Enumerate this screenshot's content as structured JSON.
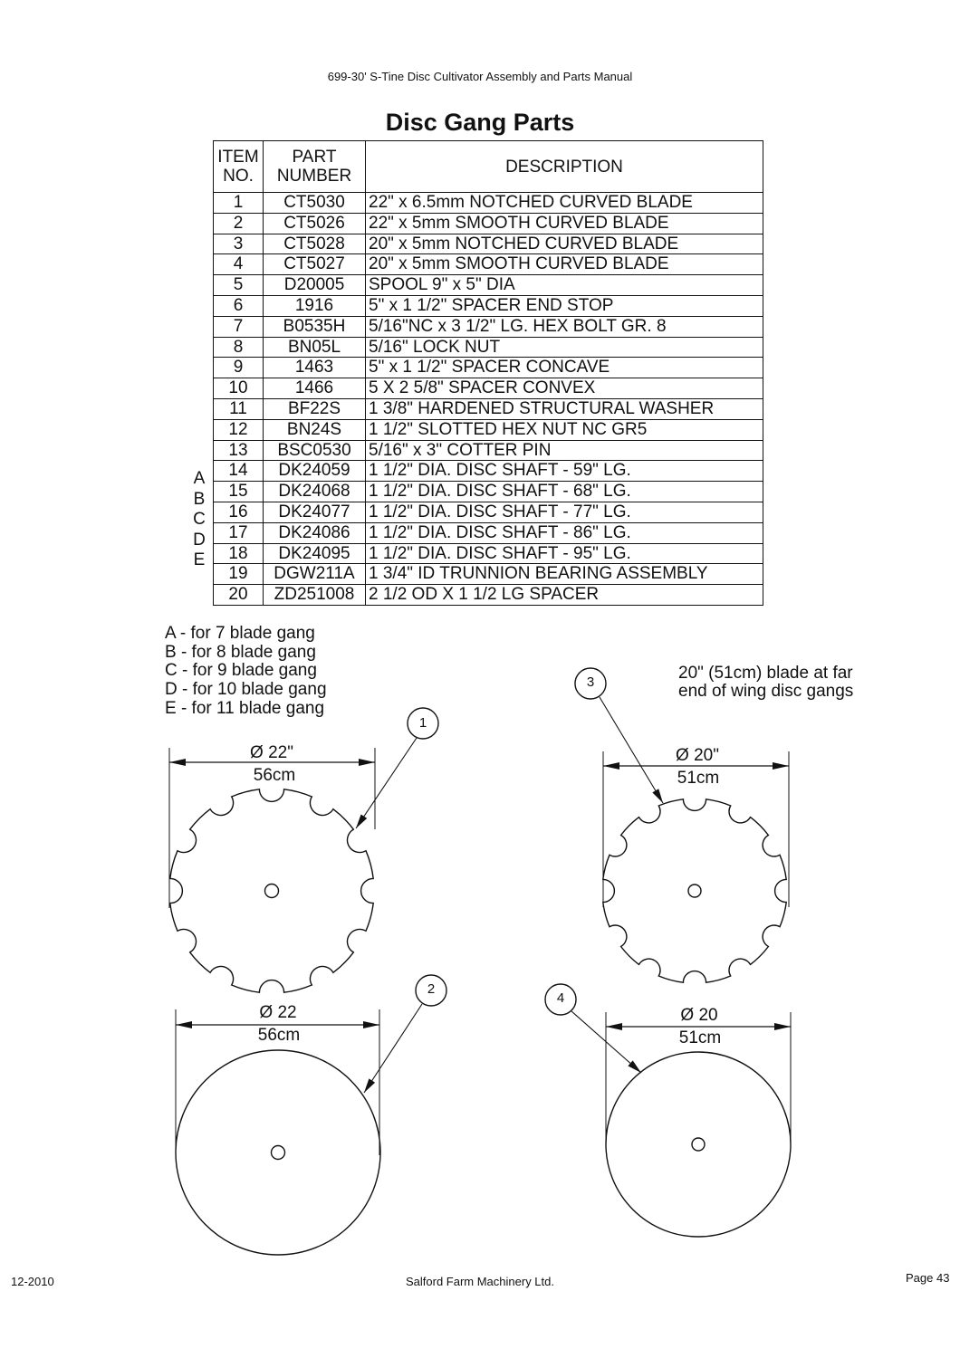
{
  "header": {
    "title": "699-30' S-Tine Disc Cultivator Assembly and Parts Manual"
  },
  "page_title": "Disc Gang Parts",
  "table": {
    "headers": {
      "item": "ITEM NO.",
      "item_l1": "ITEM",
      "item_l2": "NO.",
      "part_l1": "PART",
      "part_l2": "NUMBER",
      "description": "DESCRIPTION"
    },
    "rows": [
      {
        "item": "1",
        "part": "CT5030",
        "desc": "22\" x 6.5mm NOTCHED CURVED BLADE",
        "gang": ""
      },
      {
        "item": "2",
        "part": "CT5026",
        "desc": "22\" x 5mm SMOOTH CURVED BLADE",
        "gang": ""
      },
      {
        "item": "3",
        "part": "CT5028",
        "desc": "20\" x 5mm NOTCHED CURVED BLADE",
        "gang": ""
      },
      {
        "item": "4",
        "part": "CT5027",
        "desc": "20\" x 5mm SMOOTH CURVED BLADE",
        "gang": ""
      },
      {
        "item": "5",
        "part": "D20005",
        "desc": "SPOOL 9\" x 5\" DIA",
        "gang": ""
      },
      {
        "item": "6",
        "part": "1916",
        "desc": "5\" x 1 1/2\" SPACER END STOP",
        "gang": ""
      },
      {
        "item": "7",
        "part": "B0535H",
        "desc": "5/16\"NC x 3 1/2\" LG. HEX BOLT GR. 8",
        "gang": ""
      },
      {
        "item": "8",
        "part": "BN05L",
        "desc": "5/16\" LOCK NUT",
        "gang": ""
      },
      {
        "item": "9",
        "part": "1463",
        "desc": "5\" x 1 1/2\" SPACER CONCAVE",
        "gang": ""
      },
      {
        "item": "10",
        "part": "1466",
        "desc": "5 X 2 5/8\" SPACER CONVEX",
        "gang": ""
      },
      {
        "item": "11",
        "part": "BF22S",
        "desc": "1 3/8\" HARDENED STRUCTURAL WASHER",
        "gang": ""
      },
      {
        "item": "12",
        "part": "BN24S",
        "desc": "1 1/2\" SLOTTED HEX NUT NC GR5",
        "gang": ""
      },
      {
        "item": "13",
        "part": "BSC0530",
        "desc": "5/16\" x 3\" COTTER PIN",
        "gang": ""
      },
      {
        "item": "14",
        "part": "DK24059",
        "desc": "1 1/2\" DIA. DISC SHAFT - 59\" LG.",
        "gang": "A"
      },
      {
        "item": "15",
        "part": "DK24068",
        "desc": "1 1/2\" DIA. DISC SHAFT - 68\" LG.",
        "gang": "B"
      },
      {
        "item": "16",
        "part": "DK24077",
        "desc": "1 1/2\" DIA. DISC SHAFT - 77\" LG.",
        "gang": "C"
      },
      {
        "item": "17",
        "part": "DK24086",
        "desc": "1 1/2\" DIA. DISC SHAFT - 86\" LG.",
        "gang": "D"
      },
      {
        "item": "18",
        "part": "DK24095",
        "desc": "1 1/2\" DIA. DISC SHAFT - 95\" LG.",
        "gang": "E"
      },
      {
        "item": "19",
        "part": "DGW211A",
        "desc": "1 3/4\" ID TRUNNION BEARING ASSEMBLY",
        "gang": ""
      },
      {
        "item": "20",
        "part": "ZD251008",
        "desc": "2 1/2 OD X 1 1/2 LG SPACER",
        "gang": ""
      }
    ]
  },
  "gang_letters": [
    "A",
    "B",
    "C",
    "D",
    "E"
  ],
  "notes": [
    "A - for 7 blade gang",
    "B - for 8 blade gang",
    "C - for 9 blade gang",
    "D - for 10 blade gang",
    "E - for 11 blade gang"
  ],
  "wing_note": {
    "line1": "20\" (51cm) blade at far",
    "line2": "end of wing disc gangs"
  },
  "drawings": {
    "blade1": {
      "balloon": "1",
      "dia": "Ø 22\"",
      "cm": "56cm"
    },
    "blade2": {
      "balloon": "2",
      "dia": "Ø 22",
      "cm": "56cm"
    },
    "blade3": {
      "balloon": "3",
      "dia": "Ø 20\"",
      "cm": "51cm"
    },
    "blade4": {
      "balloon": "4",
      "dia": "Ø 20",
      "cm": "51cm"
    }
  },
  "footer": {
    "date": "12-2010",
    "company": "Salford Farm Machinery Ltd.",
    "page": "Page 43"
  }
}
